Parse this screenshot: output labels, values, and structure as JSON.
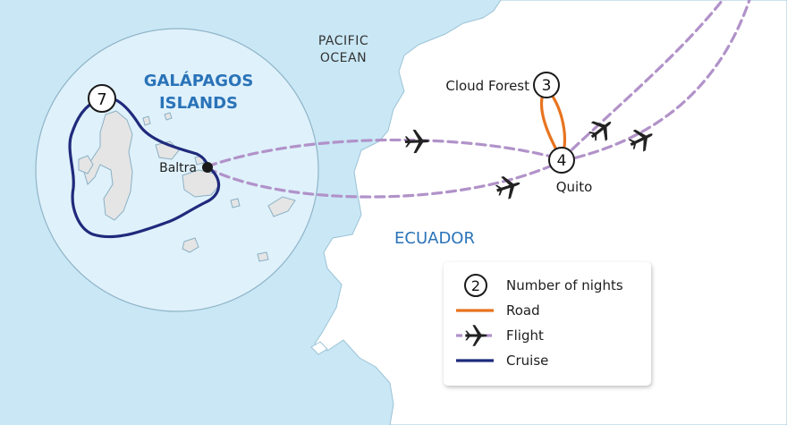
{
  "labels": {
    "ocean_line1": "PACIFIC",
    "ocean_line2": "OCEAN",
    "islands_line1": "GALÁPAGOS",
    "islands_line2": "ISLANDS",
    "country": "ECUADOR",
    "cloud_forest": "Cloud Forest",
    "quito": "Quito",
    "baltra": "Baltra"
  },
  "stops": {
    "galapagos_nights": "7",
    "cloud_forest_nights": "3",
    "quito_nights": "4"
  },
  "legend": {
    "nights_example": "2",
    "nights": "Number of nights",
    "road": "Road",
    "flight": "Flight",
    "cruise": "Cruise"
  },
  "colors": {
    "sea": "#c9e7f5",
    "land": "#ffffff",
    "island_circle": "#dff1fb",
    "island_land": "#e5e5e5",
    "road": "#e8741f",
    "flight": "#b192c9",
    "cruise": "#1f2a7c",
    "label_blue": "#2a73b8"
  },
  "icons": [
    "airplane-icon",
    "night-count-badge",
    "stop-marker-icon"
  ]
}
